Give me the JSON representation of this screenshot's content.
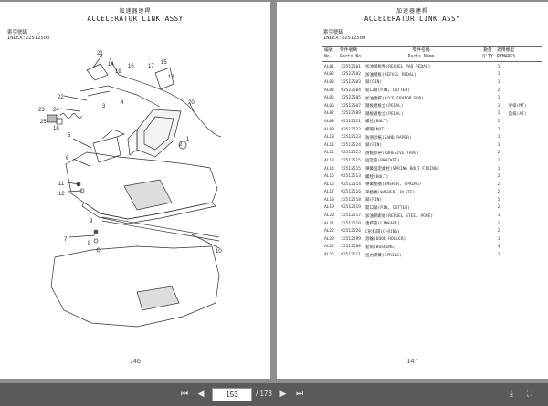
{
  "left_page": {
    "title_cn": "加速器連桿",
    "title_en": "ACCELERATOR LINK ASSY",
    "index_cn": "索引號碼",
    "index_en": "INDEX:22512500",
    "page_number": "146",
    "callouts": [
      "1",
      "2",
      "3",
      "4",
      "5",
      "6",
      "7",
      "8",
      "9",
      "10",
      "11",
      "12",
      "13",
      "14",
      "15",
      "16",
      "17",
      "18",
      "19",
      "20",
      "21",
      "22",
      "23",
      "24",
      "25"
    ]
  },
  "right_page": {
    "title_cn": "加速器連桿",
    "title_en": "ACCELERATOR LINK ASSY",
    "index_cn": "索引號碼",
    "index_en": "INDEX:22512500",
    "page_number": "147",
    "columns": {
      "no_cn": "編號",
      "no_en": "No.",
      "part_no_cn": "零件號碼",
      "part_no_en": "Parts No.",
      "name_cn": "零件名稱",
      "name_en": "Parts Name",
      "qty_cn": "數量",
      "qty_en": "Q'TY",
      "remarks_cn": "適用機型",
      "remarks_en": "REMARKS"
    },
    "rows": [
      {
        "no": "AL01",
        "part": "22512501",
        "name": "加油踏板墊(REFUEL PAD PEDAL)",
        "qty": "1",
        "remark": ""
      },
      {
        "no": "AL02",
        "part": "22512502",
        "name": "加油踏板(REFUEL PEDAL)",
        "qty": "1",
        "remark": ""
      },
      {
        "no": "AL03",
        "part": "22512503",
        "name": "銷(PIN)",
        "qty": "1",
        "remark": ""
      },
      {
        "no": "AL04",
        "part": "92512504",
        "name": "開口銷(PIN, COTTER)",
        "qty": "2",
        "remark": ""
      },
      {
        "no": "AL05",
        "part": "22512505",
        "name": "加油連桿(ACCELERATOR ROD)",
        "qty": "1",
        "remark": ""
      },
      {
        "no": "AL06",
        "part": "22512507",
        "name": "踏板組板立(PEDAL)",
        "qty": "1",
        "remark": "手排(MT)"
      },
      {
        "no": "AL07",
        "part": "22512509",
        "name": "踏板組板立(PEDAL)",
        "qty": "1",
        "remark": "自排(AT)"
      },
      {
        "no": "AL08",
        "part": "92512521",
        "name": "螺栓(BOLT)",
        "qty": "2",
        "remark": ""
      },
      {
        "no": "AL09",
        "part": "92512522",
        "name": "螺帽(NUT)",
        "qty": "2",
        "remark": ""
      },
      {
        "no": "AL10",
        "part": "22512523",
        "name": "防滑砂紙(SAND PAPER)",
        "qty": "1",
        "remark": ""
      },
      {
        "no": "AL11",
        "part": "22512524",
        "name": "銷(PIN)",
        "qty": "1",
        "remark": ""
      },
      {
        "no": "AL12",
        "part": "92512525",
        "name": "防黏膠帶(ADHESIVE TAPE)",
        "qty": "2",
        "remark": ""
      },
      {
        "no": "AL13",
        "part": "22512515",
        "name": "固定座(BRACKET)",
        "qty": "1",
        "remark": ""
      },
      {
        "no": "AL14",
        "part": "22512515",
        "name": "彈簧固定螺栓(SPRING BOLT FIXING)",
        "qty": "1",
        "remark": ""
      },
      {
        "no": "AL15",
        "part": "92512513",
        "name": "螺栓(BOLT)",
        "qty": "2",
        "remark": ""
      },
      {
        "no": "AL16",
        "part": "92512514",
        "name": "彈簧墊圈(WASHER, SPRING)",
        "qty": "2",
        "remark": ""
      },
      {
        "no": "AL17",
        "part": "92512516",
        "name": "平墊圈(WASHER, PLATE)",
        "qty": "2",
        "remark": ""
      },
      {
        "no": "AL18",
        "part": "22512518",
        "name": "銷(PIN)",
        "qty": "1",
        "remark": ""
      },
      {
        "no": "AL19",
        "part": "92512519",
        "name": "開口銷(PIN, COTTER)",
        "qty": "2",
        "remark": ""
      },
      {
        "no": "AL20",
        "part": "22512517",
        "name": "加油鋼索組(REFUEL STEEL POPE)",
        "qty": "1",
        "remark": ""
      },
      {
        "no": "AL21",
        "part": "22512510",
        "name": "連桿座(LINKAGE)",
        "qty": "1",
        "remark": ""
      },
      {
        "no": "AL22",
        "part": "92512526",
        "name": "C形扣環(C-RING)",
        "qty": "2",
        "remark": ""
      },
      {
        "no": "AL23",
        "part": "22512599",
        "name": "滾輪(DOOR ROLLER)",
        "qty": "1",
        "remark": ""
      },
      {
        "no": "AL24",
        "part": "22512588",
        "name": "套筒(BUSHING)",
        "qty": "4",
        "remark": ""
      },
      {
        "no": "AL25",
        "part": "92512511",
        "name": "扭力彈簧(SPRING)",
        "qty": "1",
        "remark": ""
      }
    ]
  },
  "toolbar": {
    "first_icon": "first-page-icon",
    "prev_icon": "previous-page-icon",
    "current_page": "153",
    "total_pages": "/ 173",
    "next_icon": "next-page-icon",
    "last_icon": "last-page-icon",
    "right_icons": [
      "download-icon",
      "fullscreen-icon"
    ]
  }
}
